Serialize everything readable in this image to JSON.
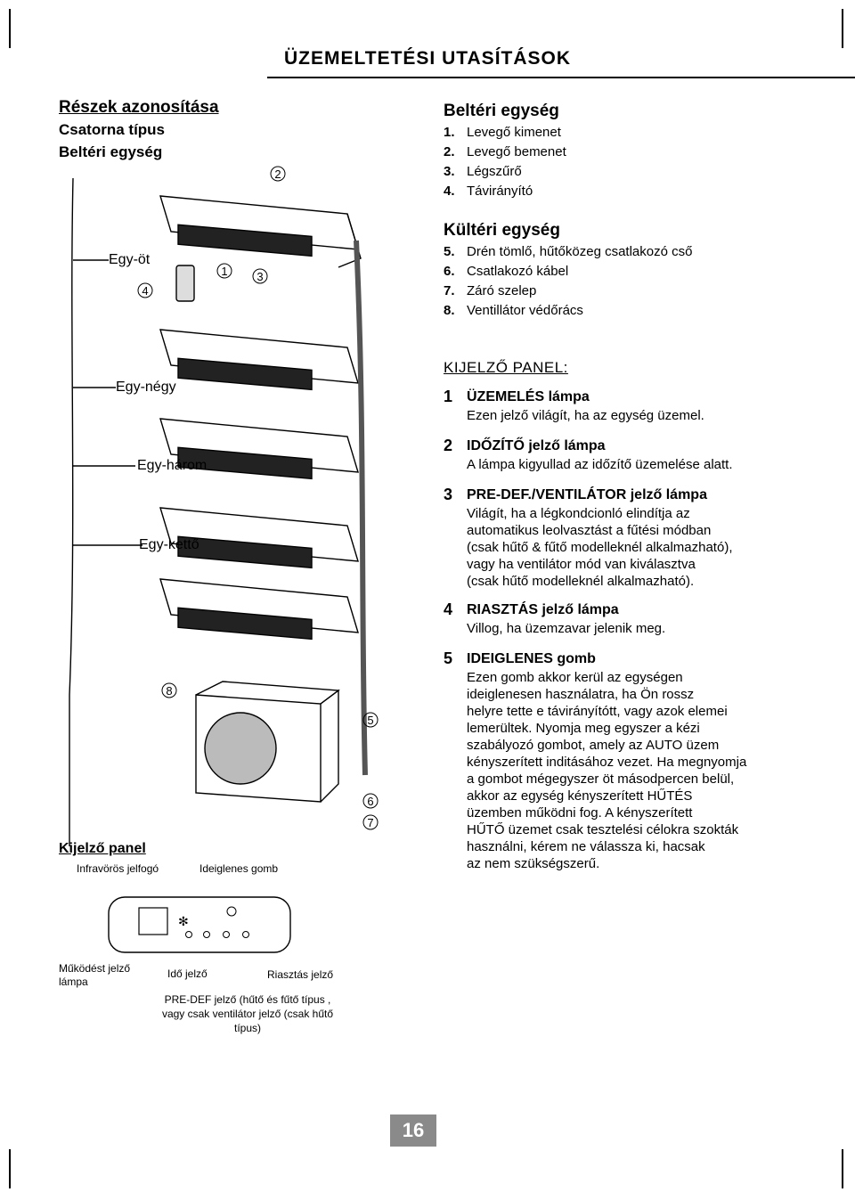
{
  "header": {
    "title": "ÜZEMELTETÉSI UTASÍTÁSOK"
  },
  "left": {
    "heading": "Részek azonosítása",
    "subheading1": "Csatorna típus",
    "subheading2": "Beltéri egység"
  },
  "diagram": {
    "labels": {
      "egy_ot": "Egy-öt",
      "egy_negy": "Egy-négy",
      "egy_harom": "Egy-három",
      "egy_ketto": "Egy-kettő"
    },
    "callouts": [
      "1",
      "2",
      "3",
      "4",
      "5",
      "6",
      "7",
      "8"
    ]
  },
  "kijelzo": {
    "title": "Kijelző panel",
    "infrared": "Infravörös jelfogó",
    "temp_button": "Ideiglenes gomb",
    "operation_lamp": [
      "Működést jelző",
      "lámpa"
    ],
    "timer": "Idő jelző",
    "alarm": "Riasztás jelző",
    "predef": [
      "PRE-DEF jelző  (hűtő és fűtő típus ,",
      "vagy csak ventilátor jelző (csak hűtő típus)"
    ]
  },
  "indoor": {
    "title": "Beltéri egység",
    "items": [
      {
        "n": "1.",
        "label": "Levegő kimenet"
      },
      {
        "n": "2.",
        "label": "Levegő bemenet"
      },
      {
        "n": "3.",
        "label": "Légszűrő"
      },
      {
        "n": "4.",
        "label": "Távirányító"
      }
    ]
  },
  "outdoor": {
    "title": "Kültéri egység",
    "items": [
      {
        "n": "5.",
        "label": "Drén tömlő, hűtőközeg csatlakozó cső"
      },
      {
        "n": "6.",
        "label": "Csatlakozó kábel"
      },
      {
        "n": "7.",
        "label": "Záró szelep"
      },
      {
        "n": "8.",
        "label": "Ventillátor védőrács"
      }
    ]
  },
  "panel": {
    "title": "KIJELZŐ PANEL:",
    "lamps": [
      {
        "n": "1",
        "heading": "ÜZEMELÉS lámpa",
        "lines": [
          "Ezen jelző világít, ha az egység üzemel."
        ]
      },
      {
        "n": "2",
        "heading": "IDŐZÍTŐ jelző lámpa",
        "lines": [
          "A lámpa kigyullad az időzítő üzemelése alatt."
        ]
      },
      {
        "n": "3",
        "heading": "PRE-DEF./VENTILÁTOR jelző lámpa",
        "lines": [
          "Világít, ha a légkondcionló elindítja az",
          "automatikus leolvasztást a fűtési módban",
          "(csak hűtő & fűtő modelleknél alkalmazható),",
          "vagy ha ventilátor mód van kiválasztva",
          "(csak hűtő modelleknél alkalmazható)."
        ]
      },
      {
        "n": "4",
        "heading": "RIASZTÁS jelző lámpa",
        "lines": [
          "Villog, ha üzemzavar jelenik meg."
        ]
      },
      {
        "n": "5",
        "heading": "IDEIGLENES gomb",
        "lines": [
          "Ezen gomb akkor kerül az egységen",
          "ideiglenesen használatra, ha Ön rossz",
          "helyre tette e távirányítótt, vagy azok elemei",
          "lemerültek. Nyomja meg egyszer a kézi",
          "szabályozó gombot, amely az AUTO üzem",
          "kényszerített inditásához vezet. Ha megnyomja",
          "a gombot mégegyszer öt másodpercen belül,",
          "akkor az egység kényszerített HŰTÉS",
          "üzemben működni fog. A kényszerített",
          "HŰTŐ üzemet csak tesztelési célokra szokták",
          "használni, kérem ne válassza ki, hacsak",
          "az nem szükségszerű."
        ]
      }
    ]
  },
  "footer": {
    "page": "16"
  }
}
